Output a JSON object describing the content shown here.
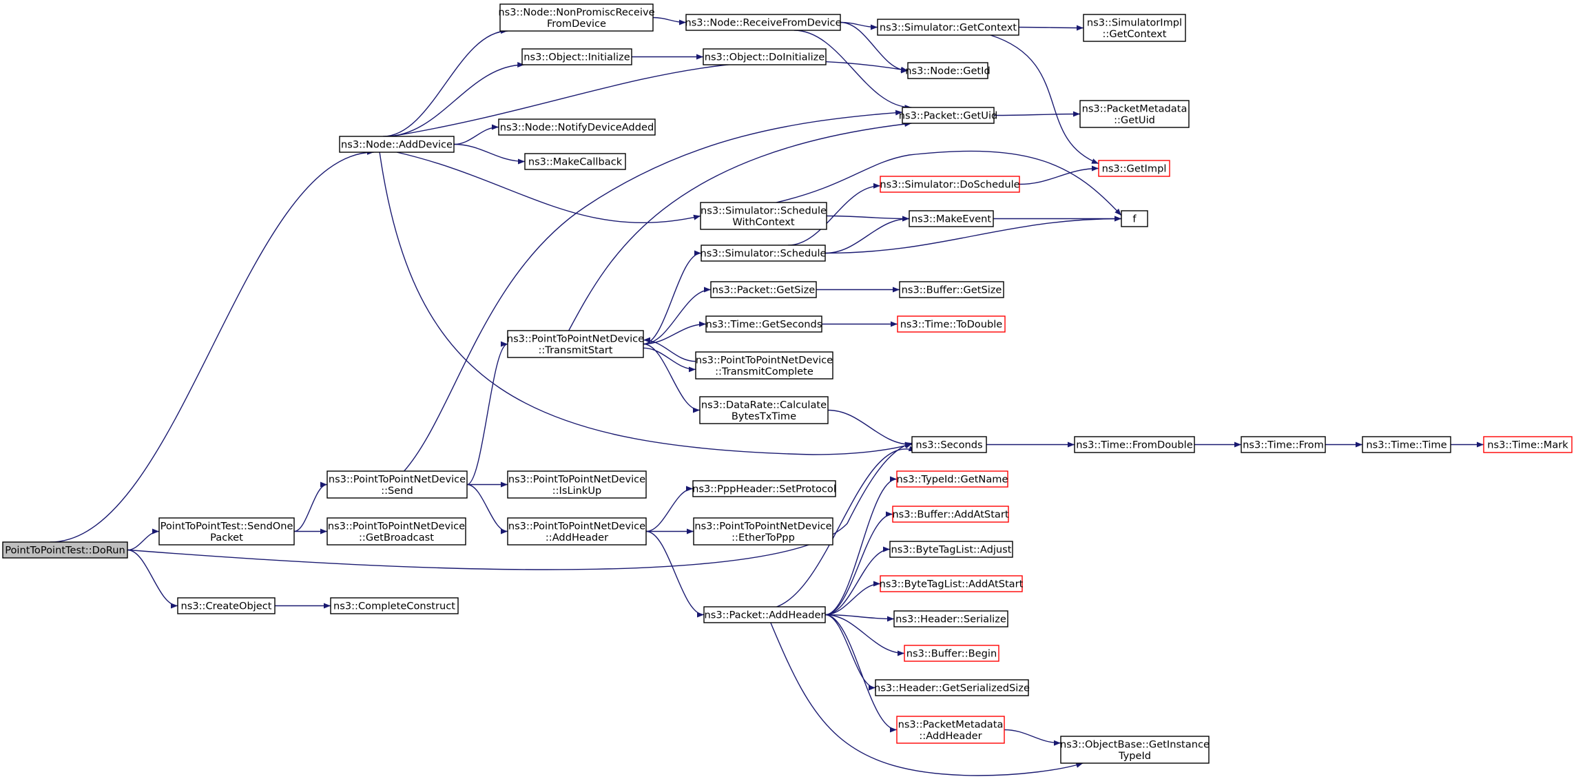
{
  "colors": {
    "edge": "#191970",
    "node_border": "#000000",
    "truncated_border": "#ff0000",
    "root_fill": "#bfbfbf"
  },
  "nodes": [
    {
      "id": "dorun",
      "lines": [
        "PointToPointTest::DoRun"
      ],
      "kind": "root"
    },
    {
      "id": "node_adddevice",
      "lines": [
        "ns3::Node::AddDevice"
      ]
    },
    {
      "id": "sendonepacket",
      "lines": [
        "PointToPointTest::SendOne",
        "Packet"
      ]
    },
    {
      "id": "createobject",
      "lines": [
        "ns3::CreateObject"
      ]
    },
    {
      "id": "nonpromisc",
      "lines": [
        "ns3::Node::NonPromiscReceive",
        "FromDevice"
      ]
    },
    {
      "id": "obj_initialize",
      "lines": [
        "ns3::Object::Initialize"
      ]
    },
    {
      "id": "notifydeviceadded",
      "lines": [
        "ns3::Node::NotifyDeviceAdded"
      ]
    },
    {
      "id": "makecallback",
      "lines": [
        "ns3::MakeCallback"
      ]
    },
    {
      "id": "p2p_send",
      "lines": [
        "ns3::PointToPointNetDevice",
        "::Send"
      ]
    },
    {
      "id": "p2p_getbroadcast",
      "lines": [
        "ns3::PointToPointNetDevice",
        "::GetBroadcast"
      ]
    },
    {
      "id": "completeconstruct",
      "lines": [
        "ns3::CompleteConstruct"
      ]
    },
    {
      "id": "receivefromdevice",
      "lines": [
        "ns3::Node::ReceiveFromDevice"
      ]
    },
    {
      "id": "obj_doinitialize",
      "lines": [
        "ns3::Object::DoInitialize"
      ]
    },
    {
      "id": "p2p_transmitstart",
      "lines": [
        "ns3::PointToPointNetDevice",
        "::TransmitStart"
      ]
    },
    {
      "id": "p2p_islinkup",
      "lines": [
        "ns3::PointToPointNetDevice",
        "::IsLinkUp"
      ]
    },
    {
      "id": "p2p_addheader",
      "lines": [
        "ns3::PointToPointNetDevice",
        "::AddHeader"
      ]
    },
    {
      "id": "sim_schedulewithcontext",
      "lines": [
        "ns3::Simulator::Schedule",
        "WithContext"
      ]
    },
    {
      "id": "sim_schedule",
      "lines": [
        "ns3::Simulator::Schedule"
      ]
    },
    {
      "id": "packet_getsize",
      "lines": [
        "ns3::Packet::GetSize"
      ]
    },
    {
      "id": "time_getseconds",
      "lines": [
        "ns3::Time::GetSeconds"
      ]
    },
    {
      "id": "p2p_transmitcomplete",
      "lines": [
        "ns3::PointToPointNetDevice",
        "::TransmitComplete"
      ]
    },
    {
      "id": "datarate_calc",
      "lines": [
        "ns3::DataRate::Calculate",
        "BytesTxTime"
      ]
    },
    {
      "id": "pppheader_setprotocol",
      "lines": [
        "ns3::PppHeader::SetProtocol"
      ]
    },
    {
      "id": "p2p_ethertoppp",
      "lines": [
        "ns3::PointToPointNetDevice",
        "::EtherToPpp"
      ]
    },
    {
      "id": "packet_addheader",
      "lines": [
        "ns3::Packet::AddHeader"
      ]
    },
    {
      "id": "sim_getcontext",
      "lines": [
        "ns3::Simulator::GetContext"
      ]
    },
    {
      "id": "node_getid",
      "lines": [
        "ns3::Node::GetId"
      ]
    },
    {
      "id": "packet_getuid",
      "lines": [
        "ns3::Packet::GetUid"
      ]
    },
    {
      "id": "sim_doschedule",
      "lines": [
        "ns3::Simulator::DoSchedule"
      ],
      "kind": "red"
    },
    {
      "id": "makeevent",
      "lines": [
        "ns3::MakeEvent"
      ]
    },
    {
      "id": "buffer_getsize",
      "lines": [
        "ns3::Buffer::GetSize"
      ]
    },
    {
      "id": "time_todouble",
      "lines": [
        "ns3::Time::ToDouble"
      ],
      "kind": "red"
    },
    {
      "id": "seconds",
      "lines": [
        "ns3::Seconds"
      ]
    },
    {
      "id": "typeid_getname",
      "lines": [
        "ns3::TypeId::GetName"
      ],
      "kind": "red"
    },
    {
      "id": "buffer_addatstart",
      "lines": [
        "ns3::Buffer::AddAtStart"
      ],
      "kind": "red"
    },
    {
      "id": "bytetaglist_adjust",
      "lines": [
        "ns3::ByteTagList::Adjust"
      ]
    },
    {
      "id": "bytetaglist_addatstart",
      "lines": [
        "ns3::ByteTagList::AddAtStart"
      ],
      "kind": "red"
    },
    {
      "id": "header_serialize",
      "lines": [
        "ns3::Header::Serialize"
      ]
    },
    {
      "id": "buffer_begin",
      "lines": [
        "ns3::Buffer::Begin"
      ],
      "kind": "red"
    },
    {
      "id": "header_getserializedsize",
      "lines": [
        "ns3::Header::GetSerializedSize"
      ]
    },
    {
      "id": "packetmetadata_addheader",
      "lines": [
        "ns3::PacketMetadata",
        "::AddHeader"
      ],
      "kind": "red"
    },
    {
      "id": "simimpl_getcontext",
      "lines": [
        "ns3::SimulatorImpl",
        "::GetContext"
      ]
    },
    {
      "id": "packetmetadata_getuid",
      "lines": [
        "ns3::PacketMetadata",
        "::GetUid"
      ]
    },
    {
      "id": "getimpl",
      "lines": [
        "ns3::GetImpl"
      ],
      "kind": "red"
    },
    {
      "id": "f",
      "lines": [
        "f"
      ]
    },
    {
      "id": "time_fromdouble",
      "lines": [
        "ns3::Time::FromDouble"
      ]
    },
    {
      "id": "objectbase_getinstancetypeid",
      "lines": [
        "ns3::ObjectBase::GetInstance",
        "TypeId"
      ]
    },
    {
      "id": "time_from",
      "lines": [
        "ns3::Time::From"
      ]
    },
    {
      "id": "time_time",
      "lines": [
        "ns3::Time::Time"
      ]
    },
    {
      "id": "time_mark",
      "lines": [
        "ns3::Time::Mark"
      ],
      "kind": "red"
    }
  ],
  "edges": [
    [
      "dorun",
      "node_adddevice"
    ],
    [
      "dorun",
      "sendonepacket"
    ],
    [
      "dorun",
      "createobject"
    ],
    [
      "dorun",
      "seconds"
    ],
    [
      "node_adddevice",
      "nonpromisc"
    ],
    [
      "node_adddevice",
      "obj_initialize"
    ],
    [
      "node_adddevice",
      "node_getid"
    ],
    [
      "node_adddevice",
      "notifydeviceadded"
    ],
    [
      "node_adddevice",
      "makecallback"
    ],
    [
      "node_adddevice",
      "sim_schedulewithcontext"
    ],
    [
      "node_adddevice",
      "seconds"
    ],
    [
      "sendonepacket",
      "p2p_send"
    ],
    [
      "sendonepacket",
      "p2p_getbroadcast"
    ],
    [
      "createobject",
      "completeconstruct"
    ],
    [
      "nonpromisc",
      "receivefromdevice"
    ],
    [
      "obj_initialize",
      "obj_doinitialize"
    ],
    [
      "p2p_send",
      "packet_getuid"
    ],
    [
      "p2p_send",
      "p2p_transmitstart"
    ],
    [
      "p2p_send",
      "p2p_islinkup"
    ],
    [
      "p2p_send",
      "p2p_addheader"
    ],
    [
      "receivefromdevice",
      "sim_getcontext"
    ],
    [
      "receivefromdevice",
      "node_getid"
    ],
    [
      "receivefromdevice",
      "packet_getuid"
    ],
    [
      "p2p_transmitstart",
      "packet_getuid"
    ],
    [
      "p2p_transmitstart",
      "sim_schedule"
    ],
    [
      "p2p_transmitstart",
      "packet_getsize"
    ],
    [
      "p2p_transmitstart",
      "time_getseconds"
    ],
    [
      "p2p_transmitstart",
      "p2p_transmitcomplete"
    ],
    [
      "p2p_transmitstart",
      "datarate_calc"
    ],
    [
      "p2p_transmitcomplete",
      "p2p_transmitstart"
    ],
    [
      "p2p_addheader",
      "pppheader_setprotocol"
    ],
    [
      "p2p_addheader",
      "p2p_ethertoppp"
    ],
    [
      "p2p_addheader",
      "packet_addheader"
    ],
    [
      "sim_schedulewithcontext",
      "f"
    ],
    [
      "sim_schedulewithcontext",
      "makeevent"
    ],
    [
      "sim_schedule",
      "sim_doschedule"
    ],
    [
      "sim_schedule",
      "makeevent"
    ],
    [
      "sim_schedule",
      "f"
    ],
    [
      "packet_getsize",
      "buffer_getsize"
    ],
    [
      "time_getseconds",
      "time_todouble"
    ],
    [
      "datarate_calc",
      "seconds"
    ],
    [
      "packet_addheader",
      "seconds"
    ],
    [
      "packet_addheader",
      "typeid_getname"
    ],
    [
      "packet_addheader",
      "buffer_addatstart"
    ],
    [
      "packet_addheader",
      "bytetaglist_adjust"
    ],
    [
      "packet_addheader",
      "bytetaglist_addatstart"
    ],
    [
      "packet_addheader",
      "header_serialize"
    ],
    [
      "packet_addheader",
      "buffer_begin"
    ],
    [
      "packet_addheader",
      "header_getserializedsize"
    ],
    [
      "packet_addheader",
      "packetmetadata_addheader"
    ],
    [
      "packet_addheader",
      "objectbase_getinstancetypeid"
    ],
    [
      "sim_getcontext",
      "simimpl_getcontext"
    ],
    [
      "sim_getcontext",
      "getimpl"
    ],
    [
      "packet_getuid",
      "packetmetadata_getuid"
    ],
    [
      "sim_doschedule",
      "getimpl"
    ],
    [
      "makeevent",
      "f"
    ],
    [
      "seconds",
      "time_fromdouble"
    ],
    [
      "packetmetadata_addheader",
      "objectbase_getinstancetypeid"
    ],
    [
      "time_fromdouble",
      "time_from"
    ],
    [
      "time_from",
      "time_time"
    ],
    [
      "time_time",
      "time_mark"
    ]
  ]
}
